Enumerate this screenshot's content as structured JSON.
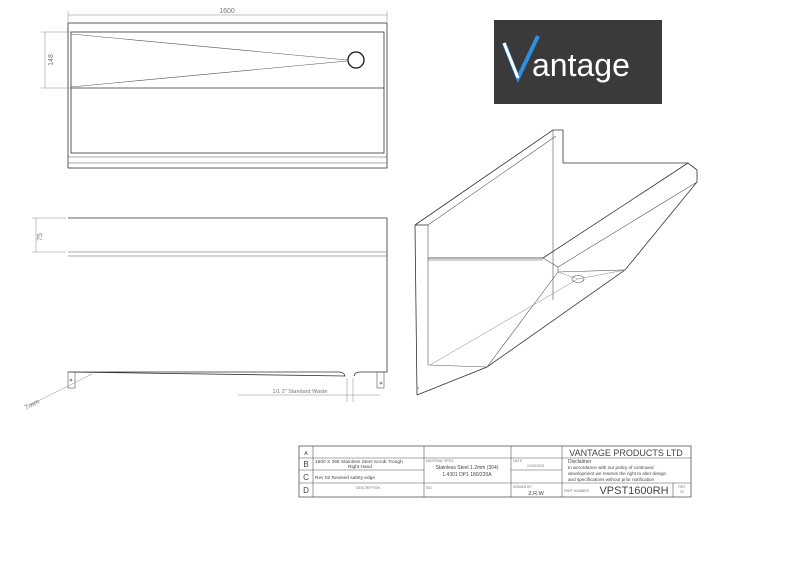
{
  "drawing": {
    "dimensions": {
      "width": "1600",
      "depth": "148",
      "height": "75",
      "bracket": "7mm",
      "waste": "1/1 2\" Standard Waste"
    }
  },
  "logo": {
    "text": "Vantage",
    "letter": "V",
    "rest": "antage",
    "background": "#3a3a3a",
    "accent": "#2e8fe0"
  },
  "title_block": {
    "rows": [
      "A",
      "B",
      "C",
      "D"
    ],
    "description": "1600 X 395 Stainless Steel Scrub Trough Right Hand",
    "description_line1": "1600 X 395 Stainless Steel Scrub Trough",
    "description_line2": "Right Hand",
    "revision_note": "Rev 02 Revised safety edge",
    "description_label": "DESCRIPTION",
    "material_label": "MATERIAL SPEC",
    "material_line1": "Stainless Steel 1.2mm (304)",
    "material_line2": "1.4301 DP1 180/220A",
    "sig_label": "SIG",
    "date_label": "DATE",
    "date_value": "01/03/2021",
    "drawn_label": "DRAWN BY",
    "drawn_value": "Z.R.W",
    "company": "VANTAGE PRODUCTS LTD",
    "disclaimer_title": "Disclaimer",
    "disclaimer_1": "In accordance with our policy of continued",
    "disclaimer_2": "development we reserve the right to alter design",
    "disclaimer_3": "and specifications without prior notification",
    "part_label": "PART NUMBER",
    "part_number": "VPST1600RH",
    "rev_label": "REV",
    "rev_value": "02"
  }
}
